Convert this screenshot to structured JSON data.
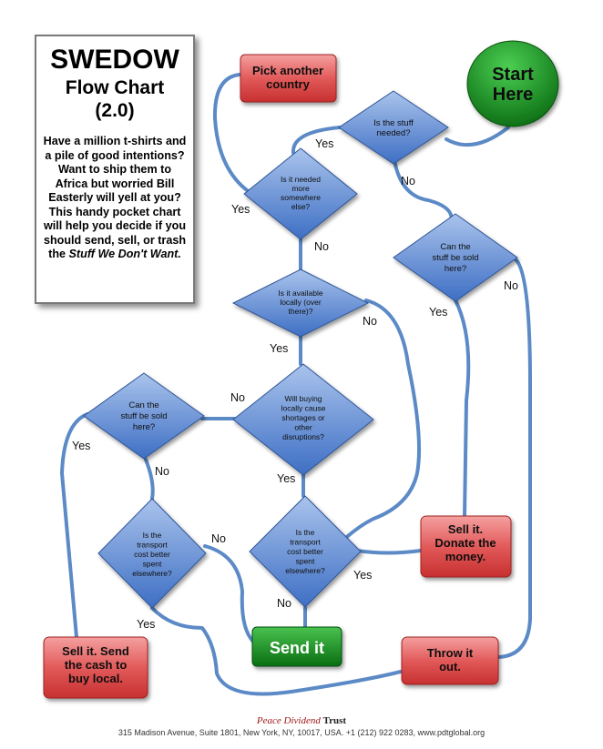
{
  "info": {
    "title": "SWEDOW",
    "subtitle_line1": "Flow Chart",
    "subtitle_line2": "(2.0)",
    "desc_main": "Have a million t-shirts and a pile of good intentions?  Want to ship them to Africa but worried Bill Easterly will yell at you? This handy pocket chart will help you decide if you should send, sell, or trash the",
    "desc_italic": "Stuff We Don't Want."
  },
  "nodes": {
    "start": "Start\nHere",
    "pick": "Pick another\ncountry",
    "needed": "Is the stuff\nneeded?",
    "needed_else": "Is it needed\nmore\nsomewhere\nelse?",
    "sold_right": "Can the\nstuff be sold\nhere?",
    "available": "Is it available\nlocally (over\nthere)?",
    "shortages": "Will buying\nlocally cause\nshortages or\nother\ndisruptions?",
    "sold_left": "Can the\nstuff be sold\nhere?",
    "transport_left": "Is the\ntransport\ncost better\nspent\nelsewhere?",
    "transport_mid": "Is the\ntransport\ncost better\nspent\nelsewhere?",
    "sell_donate": "Sell it.\nDonate the\nmoney.",
    "sell_local": "Sell it. Send\nthe cash to\nbuy local.",
    "throw": "Throw it\nout.",
    "send": "Send it"
  },
  "labels": {
    "yes_needed": "Yes",
    "no_needed": "No",
    "yes_else": "Yes",
    "no_else": "No",
    "yes_sold_right": "Yes",
    "no_sold_right": "No",
    "no_avail": "No",
    "yes_avail": "Yes",
    "no_short": "No",
    "yes_short": "Yes",
    "yes_sold_left": "Yes",
    "no_sold_left": "No",
    "no_trans_left": "No",
    "yes_trans_left": "Yes",
    "yes_trans_mid": "Yes",
    "no_trans_mid": "No"
  },
  "footer": {
    "org_italic": "Peace Dividend",
    "org_bold": "Trust",
    "address": "315 Madison Avenue, Suite 1801, New York, NY, 10017, USA. +1 (212) 922 0283, www.pdtglobal.org"
  },
  "colors": {
    "line": "#4f81bd",
    "diamond": "#4f7fca",
    "red_box": "#e05555",
    "green_box": "#0f8a1a"
  }
}
